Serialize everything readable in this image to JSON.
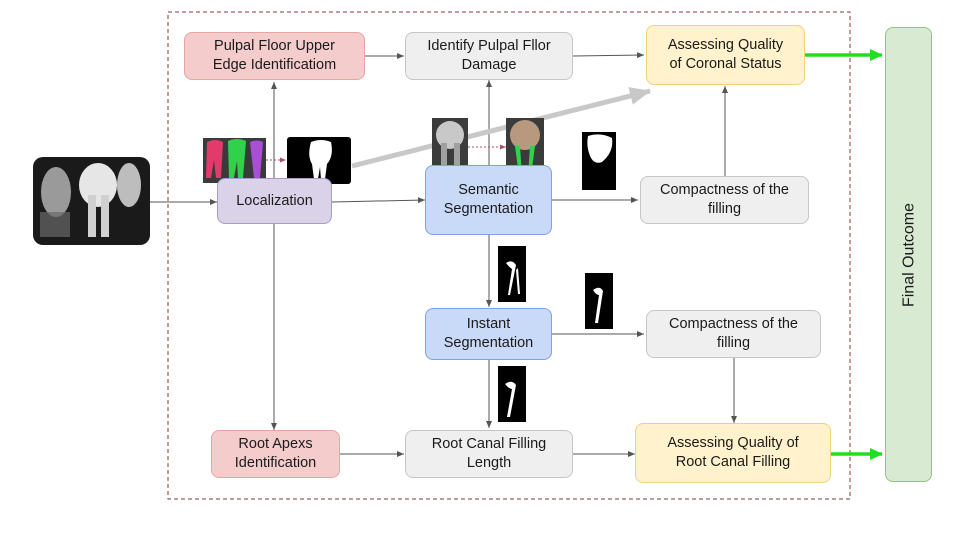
{
  "nodes": {
    "pulpal_floor_upper": "Pulpal Floor Upper\nEdge Identificatiom",
    "identify_pulpal_damage": "Identify Pulpal Fllor\nDamage",
    "assess_coronal": "Assessing Quality\nof Coronal Status",
    "localization": "Localization",
    "semantic_segmentation": "Semantic\nSegmentation",
    "compactness_top": "Compactness of the\nfilling",
    "instant_segmentation": "Instant\nSegmentation",
    "compactness_mid": "Compactness of the\nfilling",
    "root_apex": "Root Apexs\nIdentification",
    "root_canal_length": "Root Canal Filling\nLength",
    "assess_root_canal": "Assessing Quality of\nRoot Canal Filling",
    "final_outcome": "Final Outcome"
  },
  "colors": {
    "red_fill": "#f4cccc",
    "gray_fill": "#efefef",
    "yellow_fill": "#fff2cc",
    "purple_fill": "#d9d2e9",
    "blue_fill": "#c9daf8",
    "green_fill": "#d9ead3",
    "output_arrow": "#22dd22",
    "dashed_border": "#8b3a3a"
  },
  "images": [
    "xray-radiograph-icon",
    "tooth-localization-mask-icon",
    "tooth-binary-mask-icon",
    "tooth-crop-xray-icon",
    "semantic-mask-overlay-icon",
    "crown-mask-icon",
    "root-canal-mask-icon"
  ]
}
